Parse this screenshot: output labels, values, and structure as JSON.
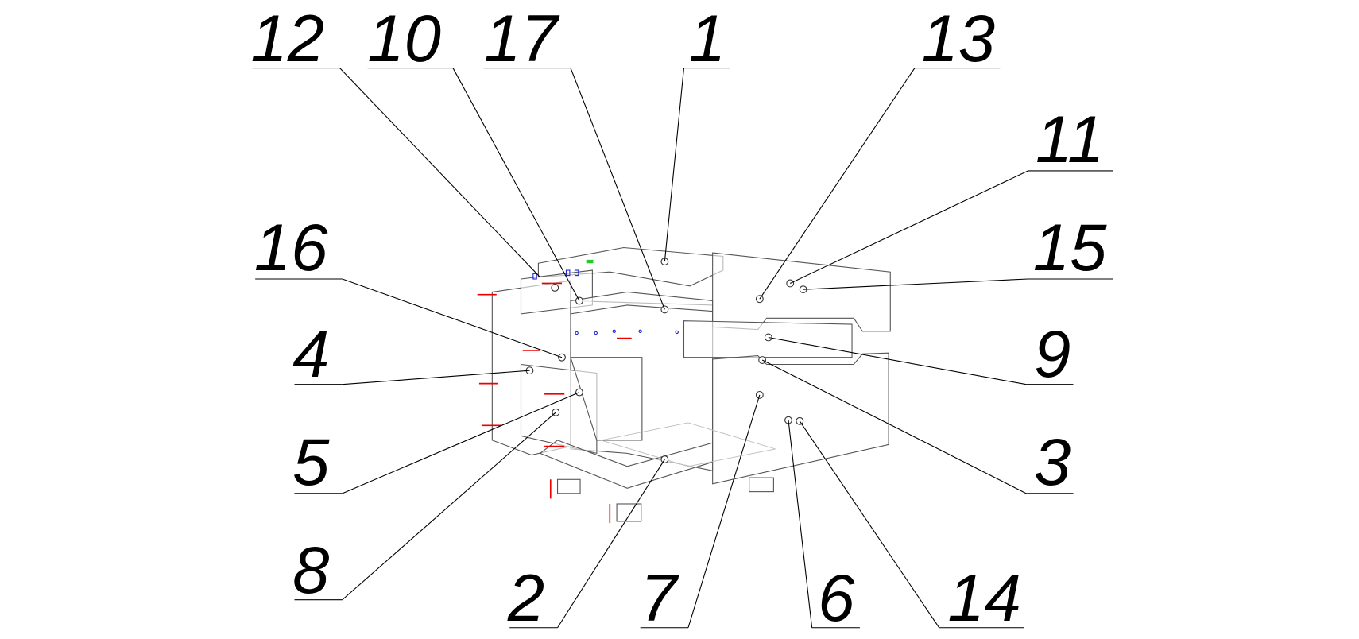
{
  "diagram": {
    "type": "exploded-assembly",
    "part_labels": [
      "12",
      "10",
      "17",
      "1",
      "13",
      "11",
      "15",
      "16",
      "9",
      "4",
      "3",
      "5",
      "8",
      "2",
      "7",
      "6",
      "14"
    ],
    "colors": {
      "lines": "#000000",
      "screws": "#e00000",
      "dowels": "#2222cc",
      "hinges": "#c8b400",
      "accent": "#22cc22"
    }
  }
}
